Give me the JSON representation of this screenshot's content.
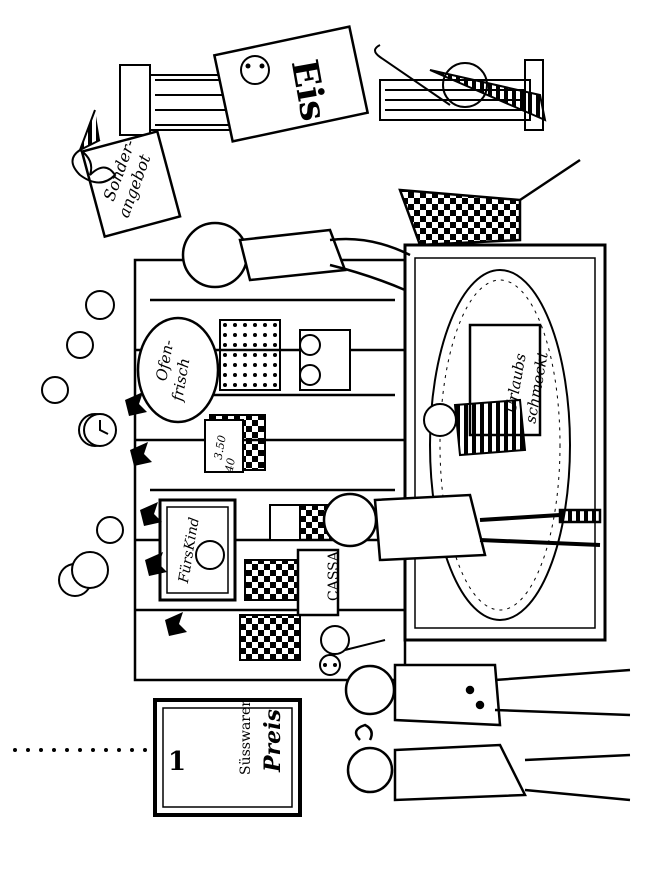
{
  "colors": {
    "ink": "#000000",
    "paper": "#ffffff"
  },
  "signs": {
    "eis": "Eis",
    "sonderangebot_1": "Sonder-",
    "sonderangebot_2": "angebot",
    "ofenfrisch_1": "Ofen-",
    "ofenfrisch_2": "frisch",
    "price_tag": "3.50",
    "price_tag_2": "40",
    "kasse": "CASSA",
    "fuers_kind_1": "Fürs",
    "fuers_kind_2": "Kind",
    "schmeckt_1": "Urlaubs",
    "schmeckt_2": "schmeckt",
    "plaque_number": "1",
    "plaque_line1": "Süsswaren",
    "plaque_line2": "Preis"
  },
  "icons": [
    "bow-icon",
    "balloon-icon",
    "flower-icon",
    "umbrella-icon"
  ]
}
